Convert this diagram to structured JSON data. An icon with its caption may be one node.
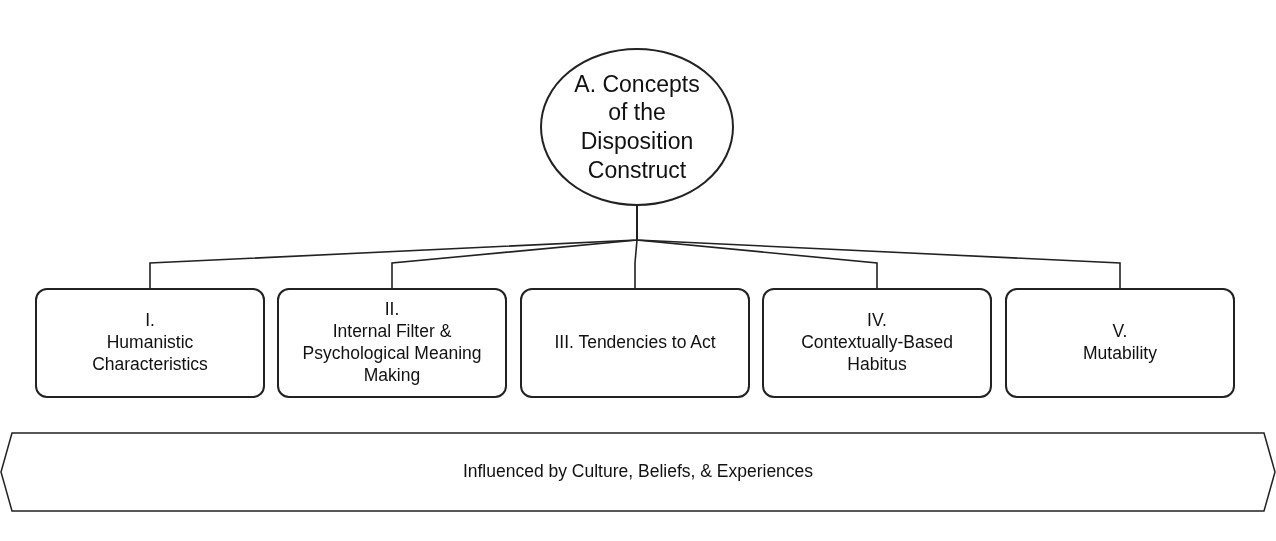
{
  "diagram": {
    "nodes": [
      {
        "text": [
          "A. Concepts of the Disposition Construct"
        ]
      },
      {
        "text": [
          "I.",
          "Humanistic Characteristics"
        ]
      },
      {
        "text": [
          "II.",
          "Internal Filter & Psychological Meaning Making"
        ]
      },
      {
        "text": [
          "III. Tendencies to Act"
        ]
      },
      {
        "text": [
          "IV.",
          "Contextually-Based Habitus"
        ]
      },
      {
        "text": [
          "V.",
          "Mutability"
        ]
      },
      {
        "text": [
          "Influenced by Culture, Beliefs, & Experiences"
        ]
      }
    ],
    "edges": [
      {
        "from": 0,
        "to": 1,
        "arrow": "none"
      },
      {
        "from": 0,
        "to": 2,
        "arrow": "none"
      },
      {
        "from": 0,
        "to": 3,
        "arrow": "none"
      },
      {
        "from": 0,
        "to": 4,
        "arrow": "none"
      },
      {
        "from": 0,
        "to": 5,
        "arrow": "none"
      }
    ]
  }
}
